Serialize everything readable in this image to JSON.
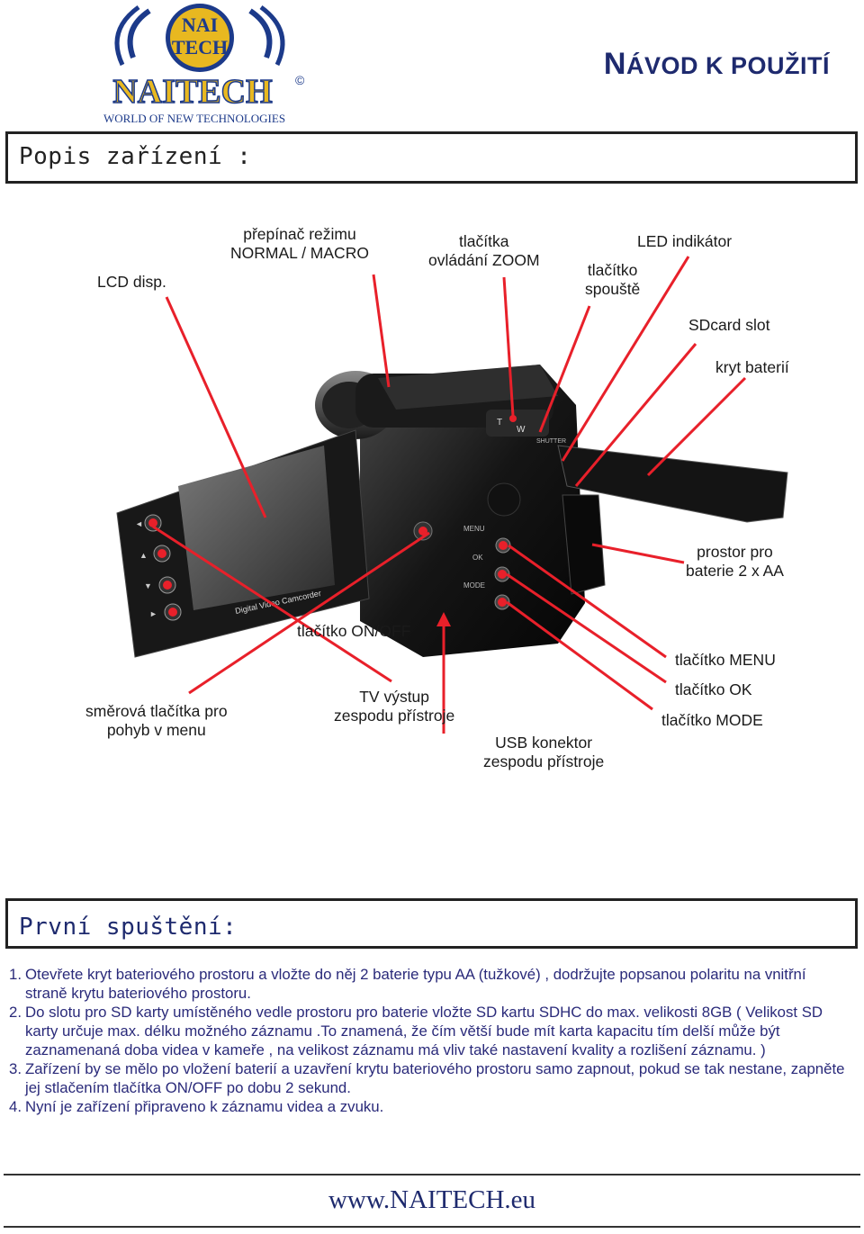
{
  "logo": {
    "badge_line1": "NAI",
    "badge_line2": "TECH",
    "wordmark": "NAITECH",
    "copyright": "©",
    "tagline": "WORLD OF NEW TECHNOLOGIES"
  },
  "doc_title": {
    "first_letter": "N",
    "rest": "ÁVOD K POUŽITÍ"
  },
  "section1_title": "Popis zařízení :",
  "labels": {
    "lcd": "LCD disp.",
    "mode_switch_1": "přepínač režimu",
    "mode_switch_2": "NORMAL / MACRO",
    "zoom_1": "tlačítka",
    "zoom_2": "ovládání ZOOM",
    "shutter_1": "tlačítko",
    "shutter_2": "spouště",
    "led": "LED indikátor",
    "sdcard": "SDcard slot",
    "battery_cover": "kryt baterií",
    "battery_space_1": "prostor pro",
    "battery_space_2": "baterie 2 x AA",
    "onoff": "tlačítko ON/OFF",
    "menu": "tlačítko MENU",
    "ok": "tlačítko OK",
    "mode": "tlačítko MODE",
    "nav_1": "směrová tlačítka pro",
    "nav_2": "pohyb v menu",
    "tv_1": "TV výstup",
    "tv_2": "zespodu přístroje",
    "usb_1": "USB konektor",
    "usb_2": "zespodu přístroje"
  },
  "camera": {
    "screen_text": "Digital Video Camcorder",
    "btn_menu": "MENU",
    "btn_ok": "OK",
    "btn_mode": "MODE",
    "zoom_t": "T",
    "zoom_w": "W",
    "shutter": "SHUTTER"
  },
  "section2_title": "První spuštění:",
  "instructions": [
    {
      "num": "1.",
      "text": "Otevřete kryt bateriového prostoru a vložte do něj 2 baterie typu AA (tužkové) , dodržujte popsanou polaritu na vnitřní straně krytu bateriového prostoru."
    },
    {
      "num": "2.",
      "text": "Do slotu pro SD karty umístěného vedle prostoru pro baterie vložte SD kartu SDHC do max. velikosti 8GB ( Velikost SD karty určuje max. délku možného záznamu .To znamená, že čím větší bude mít karta kapacitu tím delší může být zaznamenaná doba videa v kameře , na velikost záznamu má vliv také nastavení kvality a rozlišení záznamu. )"
    },
    {
      "num": "3.",
      "text": "Zařízení by se mělo po vložení baterií a uzavření krytu bateriového prostoru samo zapnout, pokud se tak nestane, zapněte jej stlačením tlačítka ON/OFF po dobu 2 sekund."
    },
    {
      "num": "4.",
      "text": "Nyní je zařízení připraveno k záznamu videa a zvuku."
    }
  ],
  "footer_url": "www.NAITECH.eu",
  "colors": {
    "title_blue": "#1e2a6e",
    "logo_gold": "#e8b820",
    "logo_blue": "#1c3a8a",
    "arrow_red": "#e8202a",
    "instr_blue": "#2a2a7a"
  }
}
